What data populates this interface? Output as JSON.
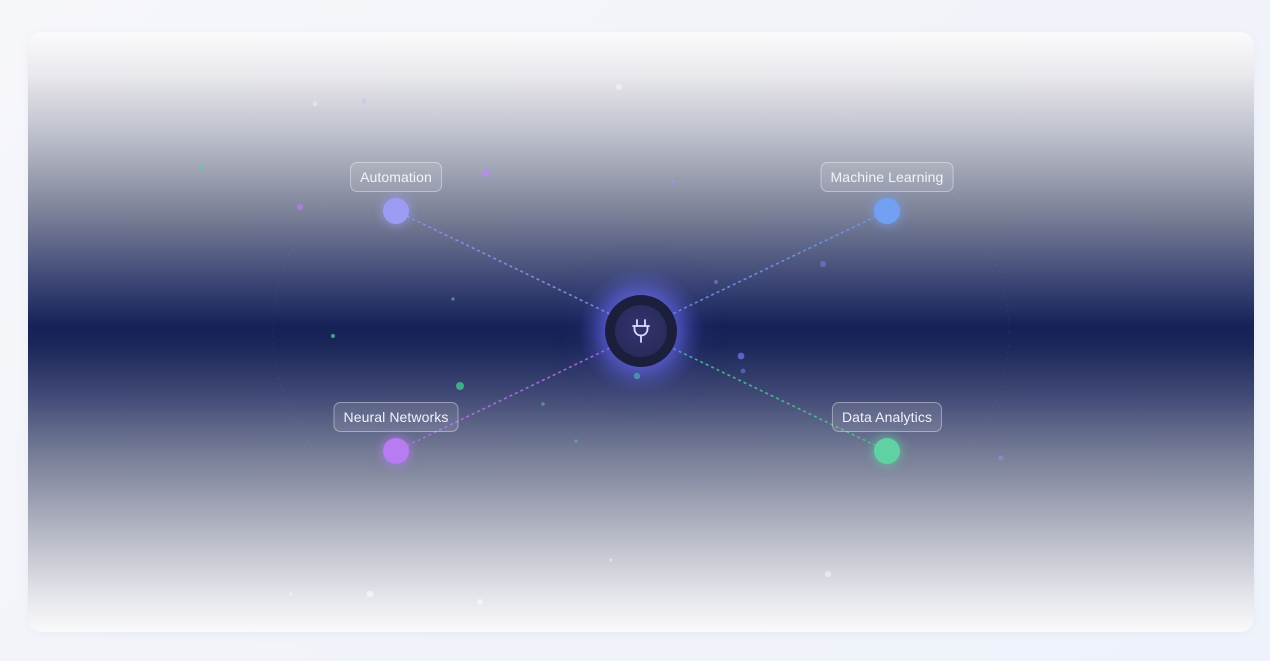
{
  "diagram": {
    "hub": {
      "icon": "plug-icon",
      "color": "#6d6dff"
    },
    "nodes": [
      {
        "key": "automation",
        "label": "Automation",
        "color": "#9d9cf5"
      },
      {
        "key": "machine-learning",
        "label": "Machine Learning",
        "color": "#74a0f3"
      },
      {
        "key": "neural-networks",
        "label": "Neural Networks",
        "color": "#b77cf1"
      },
      {
        "key": "data-analytics",
        "label": "Data Analytics",
        "color": "#5fd1a2"
      }
    ]
  }
}
